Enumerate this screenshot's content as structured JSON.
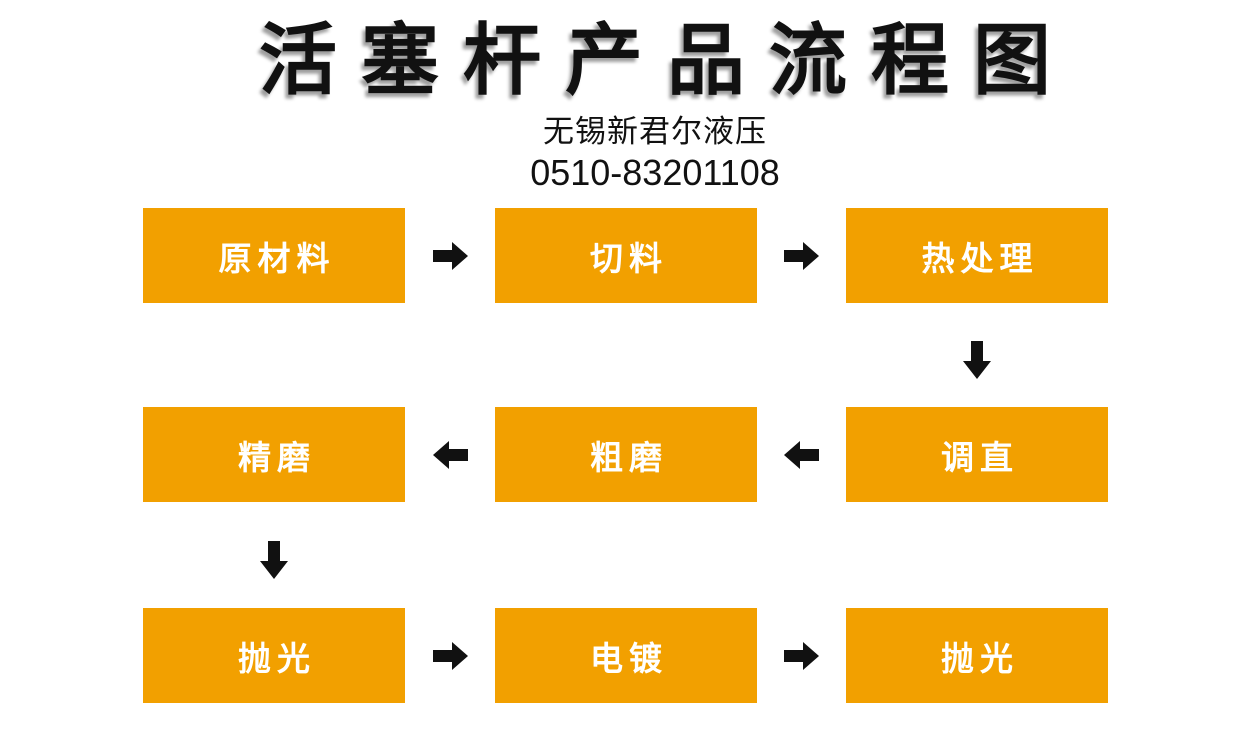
{
  "page": {
    "title": "活塞杆产品流程图",
    "subtitle": "无锡新君尔液压",
    "phone": "0510-83201108"
  },
  "colors": {
    "background": "#FFFFFF",
    "box_fill": "#F2A000",
    "box_text": "#FFFFFF",
    "arrow": "#111111",
    "title_text": "#111111"
  },
  "flow": {
    "nodes": [
      {
        "label": "原材料",
        "row": 1,
        "col": 1
      },
      {
        "label": "切料",
        "row": 1,
        "col": 2
      },
      {
        "label": "热处理",
        "row": 1,
        "col": 3
      },
      {
        "label": "调直",
        "row": 2,
        "col": 3
      },
      {
        "label": "粗磨",
        "row": 2,
        "col": 2
      },
      {
        "label": "精磨",
        "row": 2,
        "col": 1
      },
      {
        "label": "抛光",
        "row": 3,
        "col": 1
      },
      {
        "label": "电镀",
        "row": 3,
        "col": 2
      },
      {
        "label": "抛光",
        "row": 3,
        "col": 3
      }
    ],
    "arrows": [
      {
        "from": "原材料",
        "to": "切料",
        "direction": "right"
      },
      {
        "from": "切料",
        "to": "热处理",
        "direction": "right"
      },
      {
        "from": "热处理",
        "to": "调直",
        "direction": "down"
      },
      {
        "from": "调直",
        "to": "粗磨",
        "direction": "left"
      },
      {
        "from": "粗磨",
        "to": "精磨",
        "direction": "left"
      },
      {
        "from": "精磨",
        "to": "抛光",
        "direction": "down"
      },
      {
        "from": "抛光",
        "to": "电镀",
        "direction": "right"
      },
      {
        "from": "电镀",
        "to": "抛光",
        "direction": "right"
      }
    ]
  }
}
